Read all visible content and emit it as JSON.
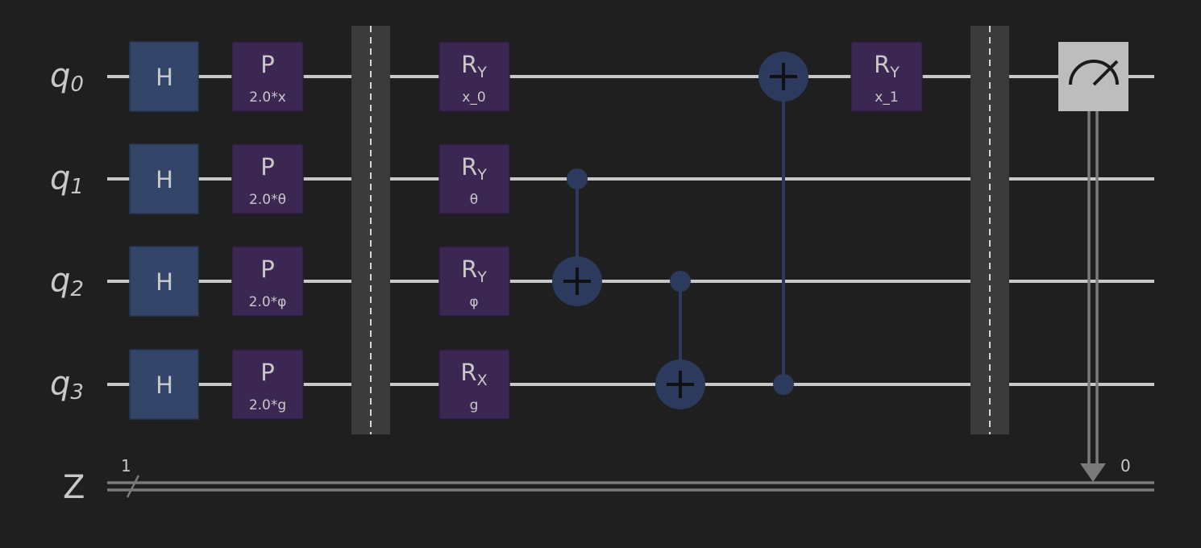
{
  "circuit": {
    "qubits": [
      {
        "name": "q",
        "index": "0"
      },
      {
        "name": "q",
        "index": "1"
      },
      {
        "name": "q",
        "index": "2"
      },
      {
        "name": "q",
        "index": "3"
      }
    ],
    "classical_register": {
      "name": "Z",
      "width": "1",
      "bit_index": "0"
    },
    "gates": {
      "h": [
        {
          "label": "H"
        },
        {
          "label": "H"
        },
        {
          "label": "H"
        },
        {
          "label": "H"
        }
      ],
      "p": [
        {
          "label": "P",
          "param": "2.0*x"
        },
        {
          "label": "P",
          "param": "2.0*θ"
        },
        {
          "label": "P",
          "param": "2.0*φ"
        },
        {
          "label": "P",
          "param": "2.0*g"
        }
      ],
      "rot": [
        {
          "label": "R",
          "sub": "Y",
          "param": "x_0"
        },
        {
          "label": "R",
          "sub": "Y",
          "param": "θ"
        },
        {
          "label": "R",
          "sub": "Y",
          "param": "φ"
        },
        {
          "label": "R",
          "sub": "X",
          "param": "g"
        }
      ],
      "rot_final": {
        "label": "R",
        "sub": "Y",
        "param": "x_1"
      }
    },
    "cnots": [
      {
        "control": 1,
        "target": 2
      },
      {
        "control": 2,
        "target": 3
      },
      {
        "control": 3,
        "target": 0
      }
    ],
    "measurement": {
      "qubit": 0,
      "clbit": "0"
    },
    "colors": {
      "background": "#1f1f1f",
      "wire": "#c8c8c8",
      "h_gate": "#33466a",
      "p_gate": "#3b2752",
      "cnot": "#2c3a5e",
      "barrier": "#3b3b3b",
      "measure": "#bdbdbd",
      "classical": "#7a7a7a"
    }
  }
}
